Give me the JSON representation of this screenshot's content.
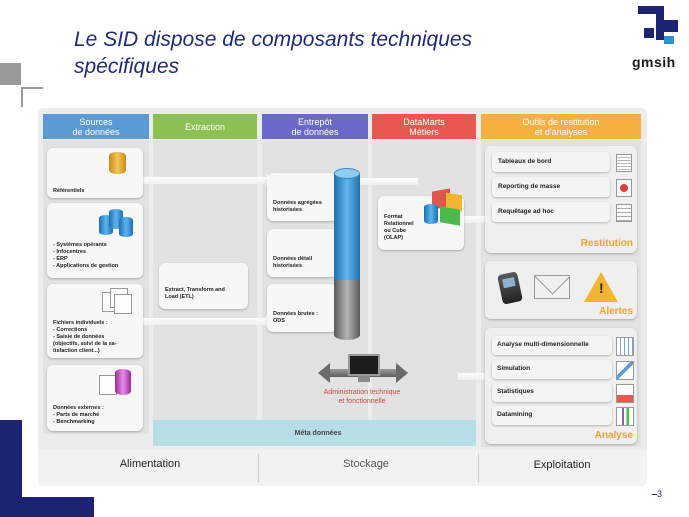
{
  "slide": {
    "title": "Le SID dispose de composants techniques spécifiques",
    "page_number": "3"
  },
  "logo": {
    "text": "gmsih"
  },
  "headers": [
    {
      "label": "Sources\nde données",
      "color": "#5b9bd5"
    },
    {
      "label": "Extraction",
      "color": "#8cc152"
    },
    {
      "label": "Entrepôt\nde données",
      "color": "#6a68c9"
    },
    {
      "label": "DataMarts\nMétiers",
      "color": "#e8584f"
    },
    {
      "label": "Outils de restitution\net d'analyses",
      "color": "#f6b042"
    }
  ],
  "sources": [
    {
      "label": "Référentiels",
      "icon": "single-database-icon"
    },
    {
      "label": "- Systèmes opérants\n- Infocentres\n- ERP\n- Applications de gestion",
      "icon": "database-cluster-icon"
    },
    {
      "label": "Fichiers individuels :\n- Corrections\n- Saisie de données\n(objectifs, suivi de la sa-\ntisfaction client...)",
      "icon": "files-icon"
    },
    {
      "label": "Données externes :\n- Parts de marché\n- Benchmarking",
      "icon": "external-data-icon"
    }
  ],
  "extraction": {
    "label": "Extract, Transform and\nLoad (ETL)"
  },
  "warehouse": [
    {
      "label": "Données agrégées\nhistorisées"
    },
    {
      "label": "Données détail\nhistorisées"
    },
    {
      "label": "Données brutes :\nODS"
    }
  ],
  "admin": {
    "label": "Administration technique\net fonctionnelle"
  },
  "metadata": {
    "label": "Méta données"
  },
  "datamarts": {
    "label": "Format\nRelationnel\nou Cube\n(OLAP)"
  },
  "restitution": {
    "items": [
      "Tableaux de bord",
      "Reporting de masse",
      "Requêtage ad hoc"
    ],
    "title": "Restitution"
  },
  "alertes": {
    "title": "Alertes"
  },
  "analyse": {
    "items": [
      "Analyse multi-dimensionnelle",
      "Simulation",
      "Statistiques",
      "Datamining"
    ],
    "title": "Analyse"
  },
  "bottom": {
    "alimentation": "Alimentation",
    "stockage": "Stockage",
    "exploitation": "Exploitation"
  },
  "colors": {
    "title": "#1f2a7a",
    "accent_orange": "#f0a42c",
    "navy_block": "#1c2372",
    "cylinder_blue": "#4a9fd4",
    "cylinder_grey": "#8a8a8a",
    "admin_text": "#d8443a"
  }
}
